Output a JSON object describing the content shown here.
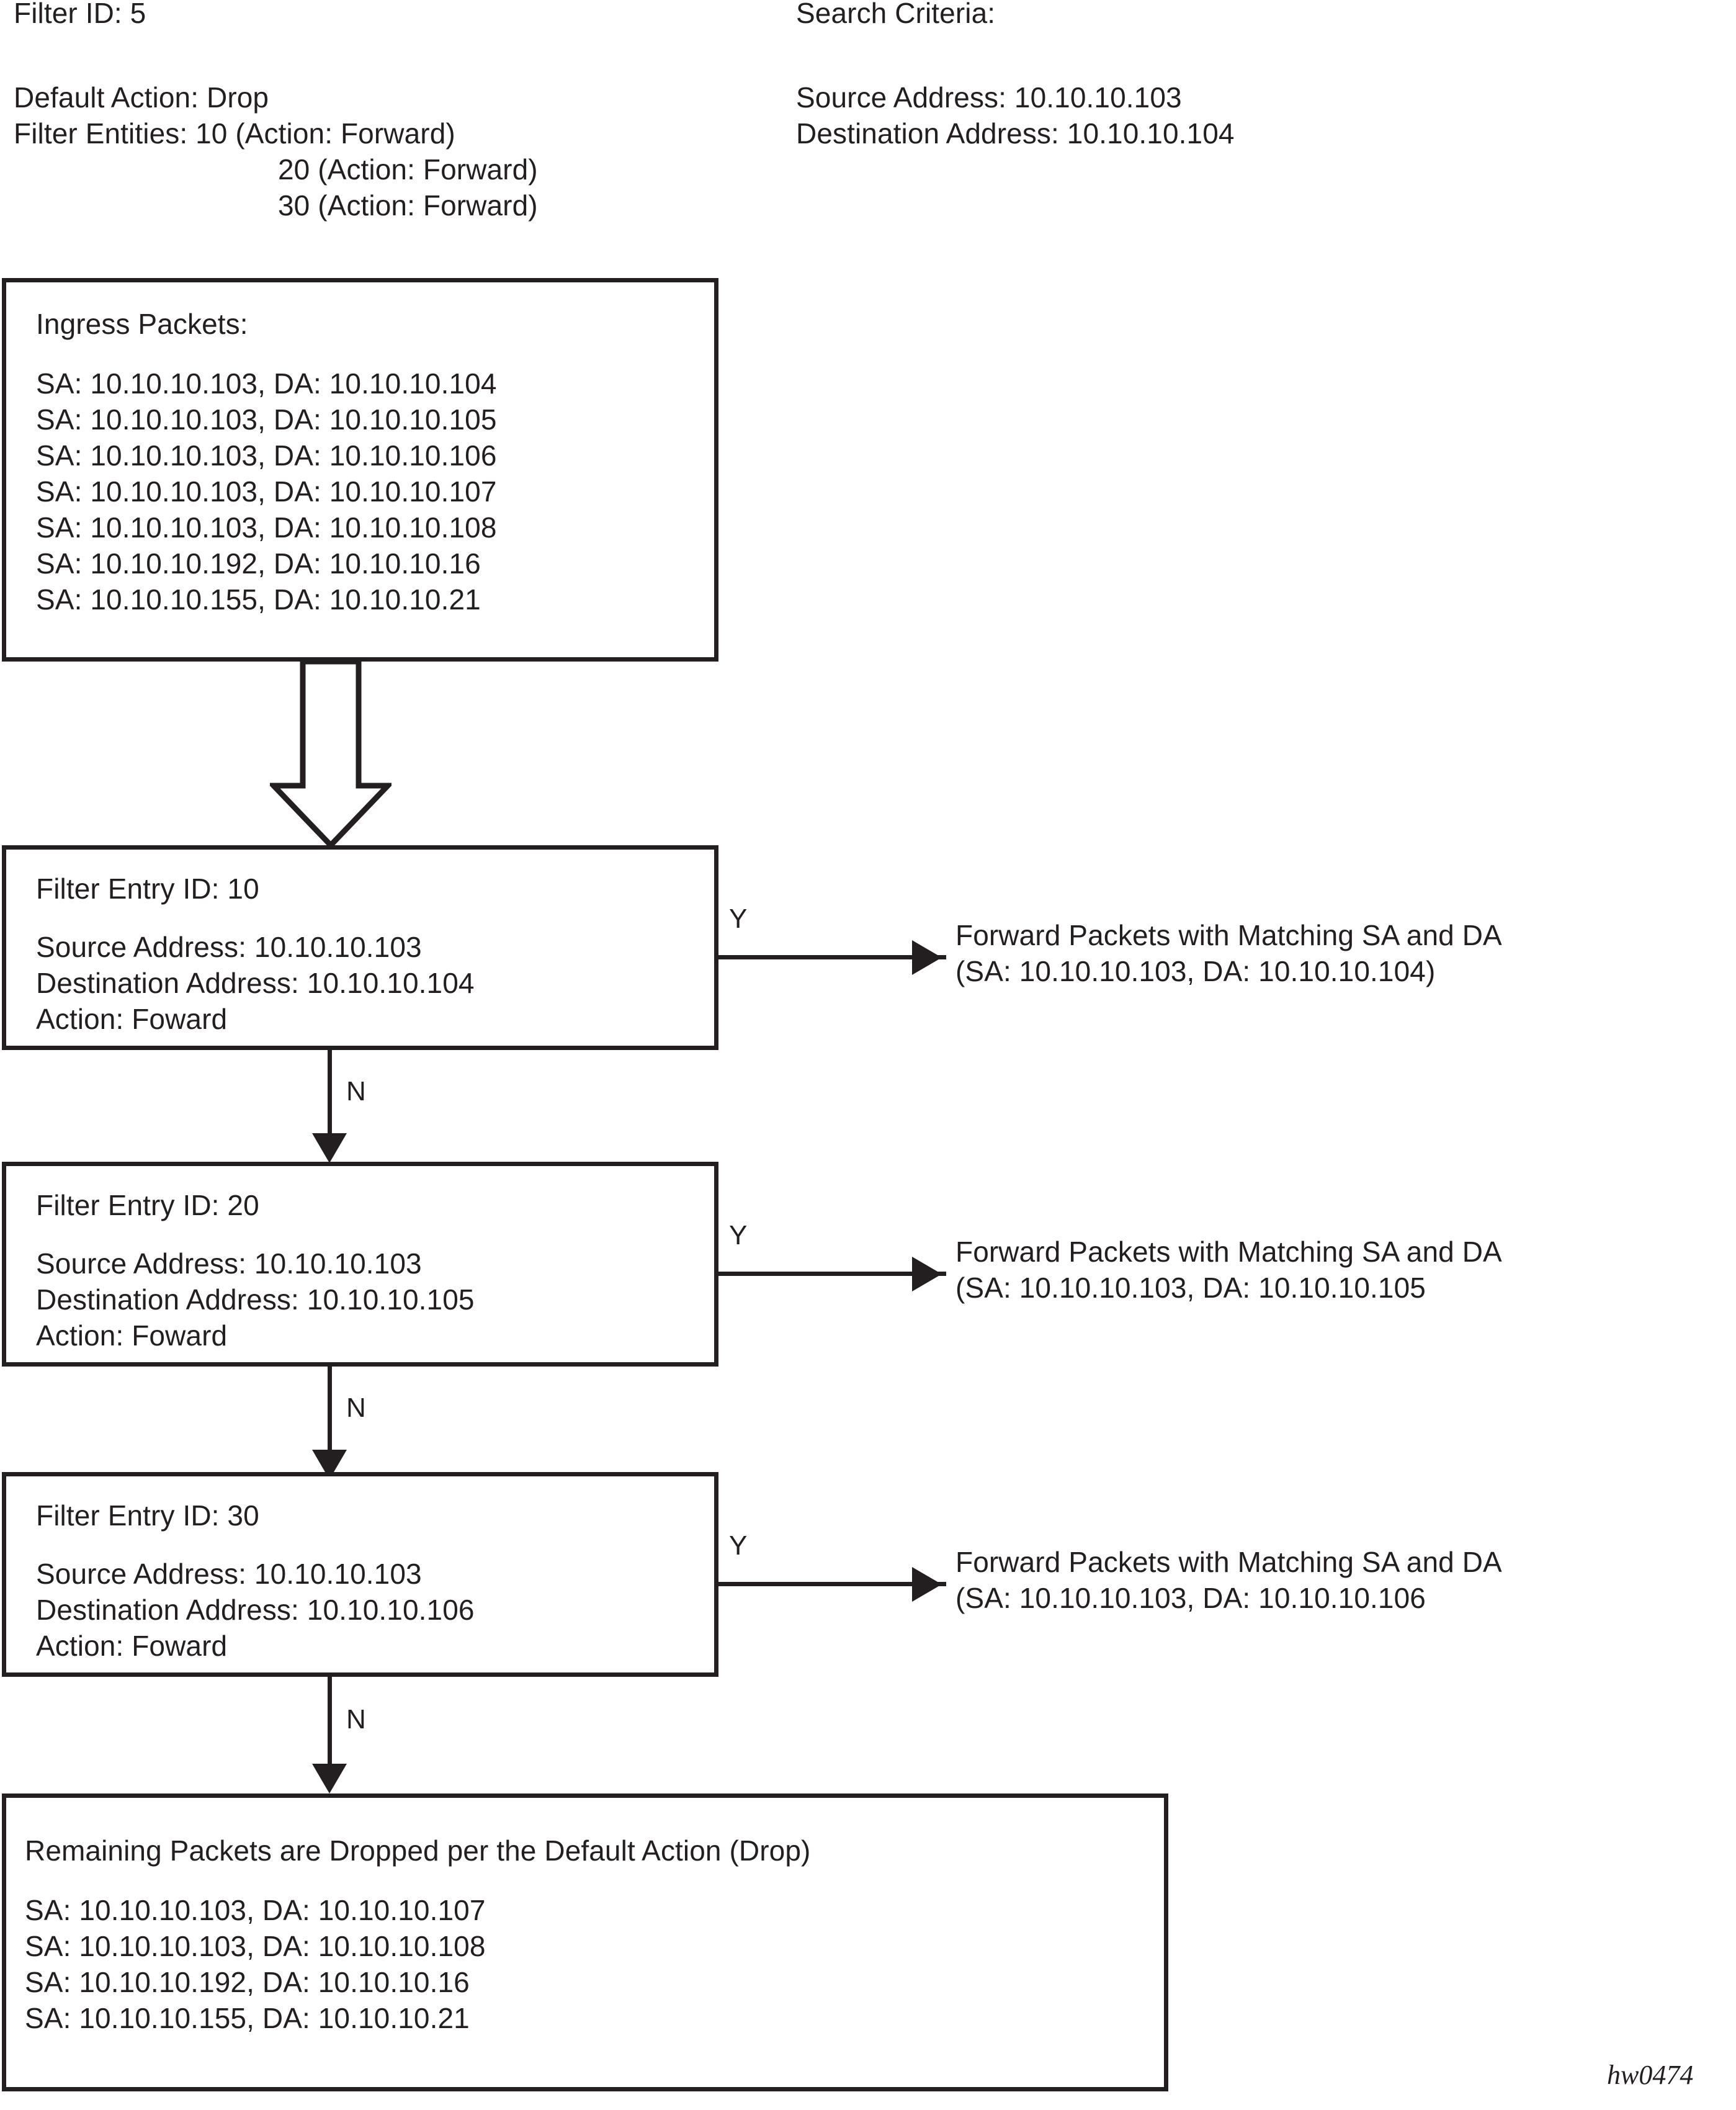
{
  "header": {
    "filter_id": "Filter ID: 5",
    "default_action": "Default Action: Drop",
    "filter_entities_line1": "Filter Entities: 10 (Action: Forward)",
    "filter_entities_line2": "20 (Action: Forward)",
    "filter_entities_line3": "30 (Action: Forward)",
    "search_criteria": "Search Criteria:",
    "search_source": "Source Address: 10.10.10.103",
    "search_destination": "Destination Address: 10.10.10.104"
  },
  "ingress": {
    "title": "Ingress Packets:",
    "packets": "SA: 10.10.10.103, DA: 10.10.10.104\nSA: 10.10.10.103, DA: 10.10.10.105\nSA: 10.10.10.103, DA: 10.10.10.106\nSA: 10.10.10.103, DA: 10.10.10.107\nSA: 10.10.10.103, DA: 10.10.10.108\nSA: 10.10.10.192, DA: 10.10.10.16\nSA: 10.10.10.155, DA: 10.10.10.21"
  },
  "entries": [
    {
      "id_label": "Filter Entry ID: 10",
      "source": "Source Address: 10.10.10.103",
      "destination": "Destination Address: 10.10.10.104",
      "action": "Action: Foward",
      "yes_label": "Y",
      "no_label": "N",
      "result_line1": "Forward Packets with Matching SA and DA",
      "result_line2": "(SA: 10.10.10.103, DA: 10.10.10.104)"
    },
    {
      "id_label": "Filter Entry ID: 20",
      "source": "Source Address: 10.10.10.103",
      "destination": "Destination Address: 10.10.10.105",
      "action": "Action: Foward",
      "yes_label": "Y",
      "no_label": "N",
      "result_line1": "Forward Packets with Matching SA and DA",
      "result_line2": "(SA: 10.10.10.103, DA: 10.10.10.105"
    },
    {
      "id_label": "Filter Entry ID: 30",
      "source": "Source Address: 10.10.10.103",
      "destination": "Destination Address: 10.10.10.106",
      "action": "Action: Foward",
      "yes_label": "Y",
      "no_label": "N",
      "result_line1": "Forward Packets with Matching SA and DA",
      "result_line2": "(SA: 10.10.10.103, DA: 10.10.10.106"
    }
  ],
  "dropped": {
    "title": "Remaining Packets are Dropped per the Default Action (Drop)",
    "packets": "SA: 10.10.10.103, DA: 10.10.10.107\nSA: 10.10.10.103, DA: 10.10.10.108\nSA: 10.10.10.192, DA: 10.10.10.16\nSA: 10.10.10.155, DA: 10.10.10.21"
  },
  "footer": {
    "figure_id": "hw0474"
  },
  "colors": {
    "ink": "#231f20",
    "paper": "#ffffff"
  }
}
